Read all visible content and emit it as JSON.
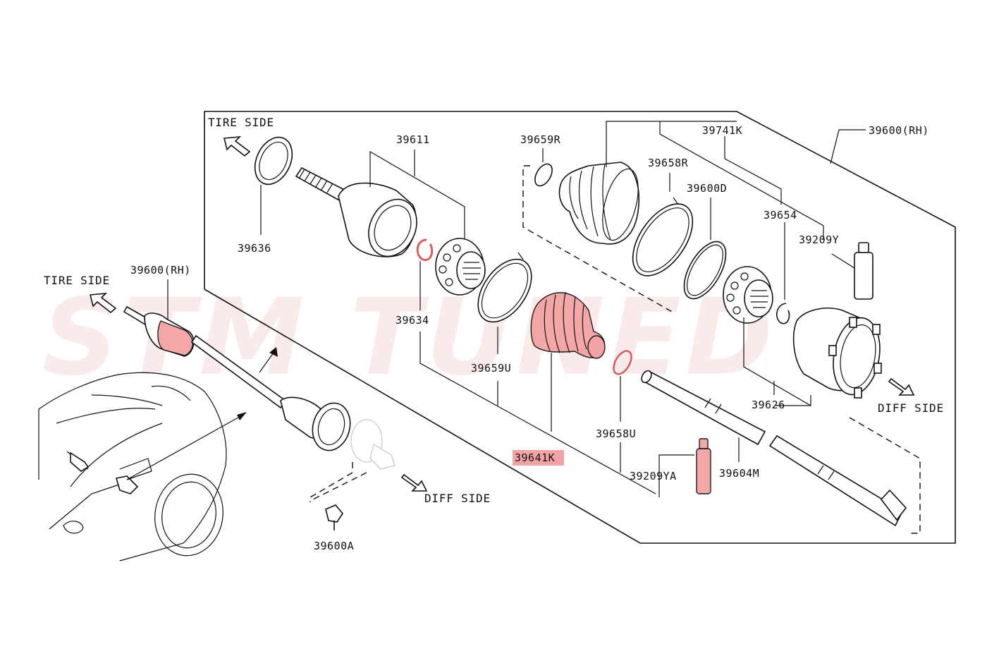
{
  "watermark": "STM TUNED",
  "side_labels": {
    "tire_side_panel": "TIRE SIDE",
    "tire_side_overview": "TIRE SIDE",
    "diff_side_panel": "DIFF SIDE",
    "diff_side_overview": "DIFF SIDE"
  },
  "parts": {
    "p39600rh_panel": "39600(RH)",
    "p39600rh_overview": "39600(RH)",
    "p39611": "39611",
    "p39636": "39636",
    "p39634": "39634",
    "p39659r": "39659R",
    "p39658r": "39658R",
    "p39741k": "39741K",
    "p39600d": "39600D",
    "p39654": "39654",
    "p39209y": "39209Y",
    "p39659u": "39659U",
    "p39641k": "39641K",
    "p39658u": "39658U",
    "p39209ya": "39209YA",
    "p39604m": "39604M",
    "p39626": "39626",
    "p39600a": "39600A"
  },
  "highlight": {
    "color": "#f3a3a3",
    "part_number": "39641K"
  }
}
